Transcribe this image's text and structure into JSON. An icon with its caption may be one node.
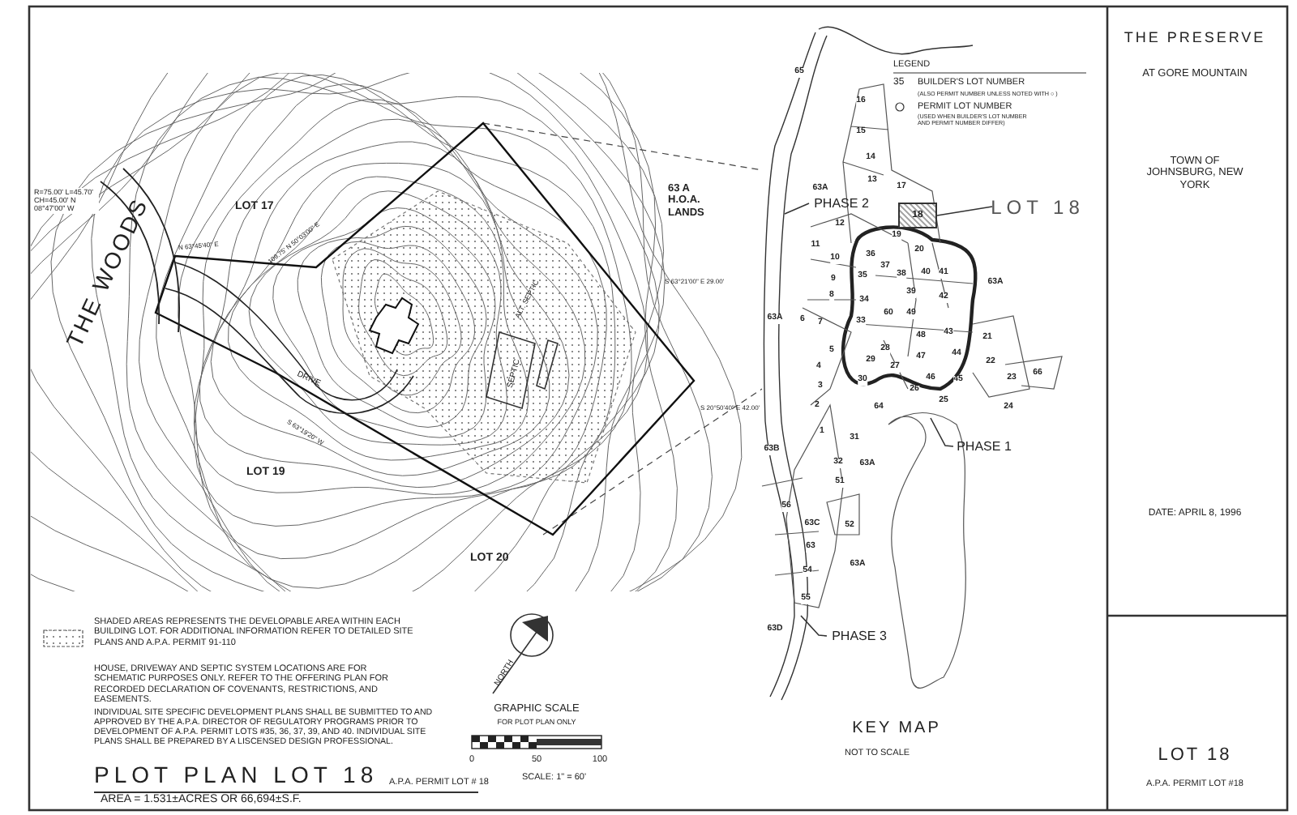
{
  "diagram": {
    "title": "PLOT PLAN LOT 18",
    "nodes": [
      {
        "text": [
          "LOT 18"
        ]
      },
      {
        "text": [
          "18"
        ]
      },
      {
        "text": [
          "PHASE 2"
        ]
      },
      {
        "text": [
          "PHASE 1"
        ]
      },
      {
        "text": [
          "PHASE 3"
        ]
      }
    ],
    "edges": [
      {
        "from": 0,
        "to": 1,
        "arrow": "none"
      },
      {
        "from": 2,
        "to": null,
        "arrow": "none"
      },
      {
        "from": 3,
        "to": null,
        "arrow": "none"
      },
      {
        "from": 4,
        "to": null,
        "arrow": "none"
      }
    ],
    "labels": [
      "THE PRESERVE",
      "AT GORE MOUNTAIN",
      "TOWN OF JOHNSBURG, NEW YORK",
      "DATE: APRIL 8, 1996",
      "R=75.00' L=45.70' CH=45.00' N 08°47'00\" W",
      "THE WOODS",
      "LOT 17",
      "N 63°45'40\" E",
      "109.75' N 50°03'00\" E",
      "63 A H.O.A. LANDS",
      "ALT. SEPTIC",
      "S 63°21'00\" E 29.00'",
      "DRIVE",
      "SEPTIC",
      "S 63°19'20\" W",
      "S 20°50'40\" E 42.00'",
      "LOT 19",
      "LOT 20",
      "LEGEND",
      "35",
      "(ALSO PERMIT NUMBER UNLESS NOTED WITH ○ )",
      "(USED WHEN BUILDER'S LOT NUMBER AND PERMIT NUMBER DIFFER)",
      "65",
      "16",
      "15",
      "14",
      "13",
      "63A",
      "17",
      "12",
      "19",
      "11",
      "20",
      "36",
      "10",
      "37",
      "40",
      "41",
      "35",
      "9",
      "38",
      "39",
      "63A",
      "8",
      "34",
      "42",
      "60",
      "49",
      "63A",
      "6",
      "7",
      "33",
      "48",
      "43",
      "21",
      "5",
      "28",
      "29",
      "47",
      "44",
      "22",
      "4",
      "27",
      "46",
      "45",
      "23",
      "66",
      "3",
      "30",
      "26",
      "2",
      "64",
      "25",
      "24",
      "1",
      "31",
      "63B",
      "32",
      "63A",
      "51",
      "56",
      "63C",
      "52",
      "63",
      "63A",
      "54",
      "55",
      "63D",
      "KEY MAP",
      "NOT TO SCALE",
      "HOUSE, DRIVEWAY AND SEPTIC SYSTEM LOCATIONS ARE FOR SCHEMATIC PURPOSES ONLY. REFER TO THE OFFERING PLAN FOR RECORDED DECLARATION OF COVENANTS, RESTRICTIONS, AND EASEMENTS.",
      "INDIVIDUAL SITE SPECIFIC DEVELOPMENT PLANS SHALL BE SUBMITTED TO AND APPROVED BY THE A.P.A. DIRECTOR OF REGULATORY PROGRAMS PRIOR TO DEVELOPMENT OF A.P.A. PERMIT LOTS #35, 36, 37, 39, AND 40. INDIVIDUAL SITE PLANS SHALL BE PREPARED BY A LISCENSED DESIGN PROFESSIONAL.",
      "A.P.A. PERMIT LOT # 18",
      "AREA = 1.531±ACRES OR 66,694±S.F.",
      "NORTH",
      "GRAPHIC SCALE",
      "FOR PLOT PLAN ONLY",
      "0",
      "50",
      "100",
      "SCALE: 1\" = 60'",
      "LOT 18",
      "A.P.A. PERMIT LOT #18"
    ],
    "legend": [
      {
        "text": "SHADED AREAS REPRESENTS THE DEVELOPABLE AREA WITHIN EACH BUILDING LOT. FOR ADDITIONAL INFORMATION REFER TO DETAILED SITE PLANS AND A.P.A. PERMIT 91-110"
      },
      {
        "text": "BUILDER'S LOT NUMBER"
      },
      {
        "text": "PERMIT LOT NUMBER"
      }
    ]
  }
}
